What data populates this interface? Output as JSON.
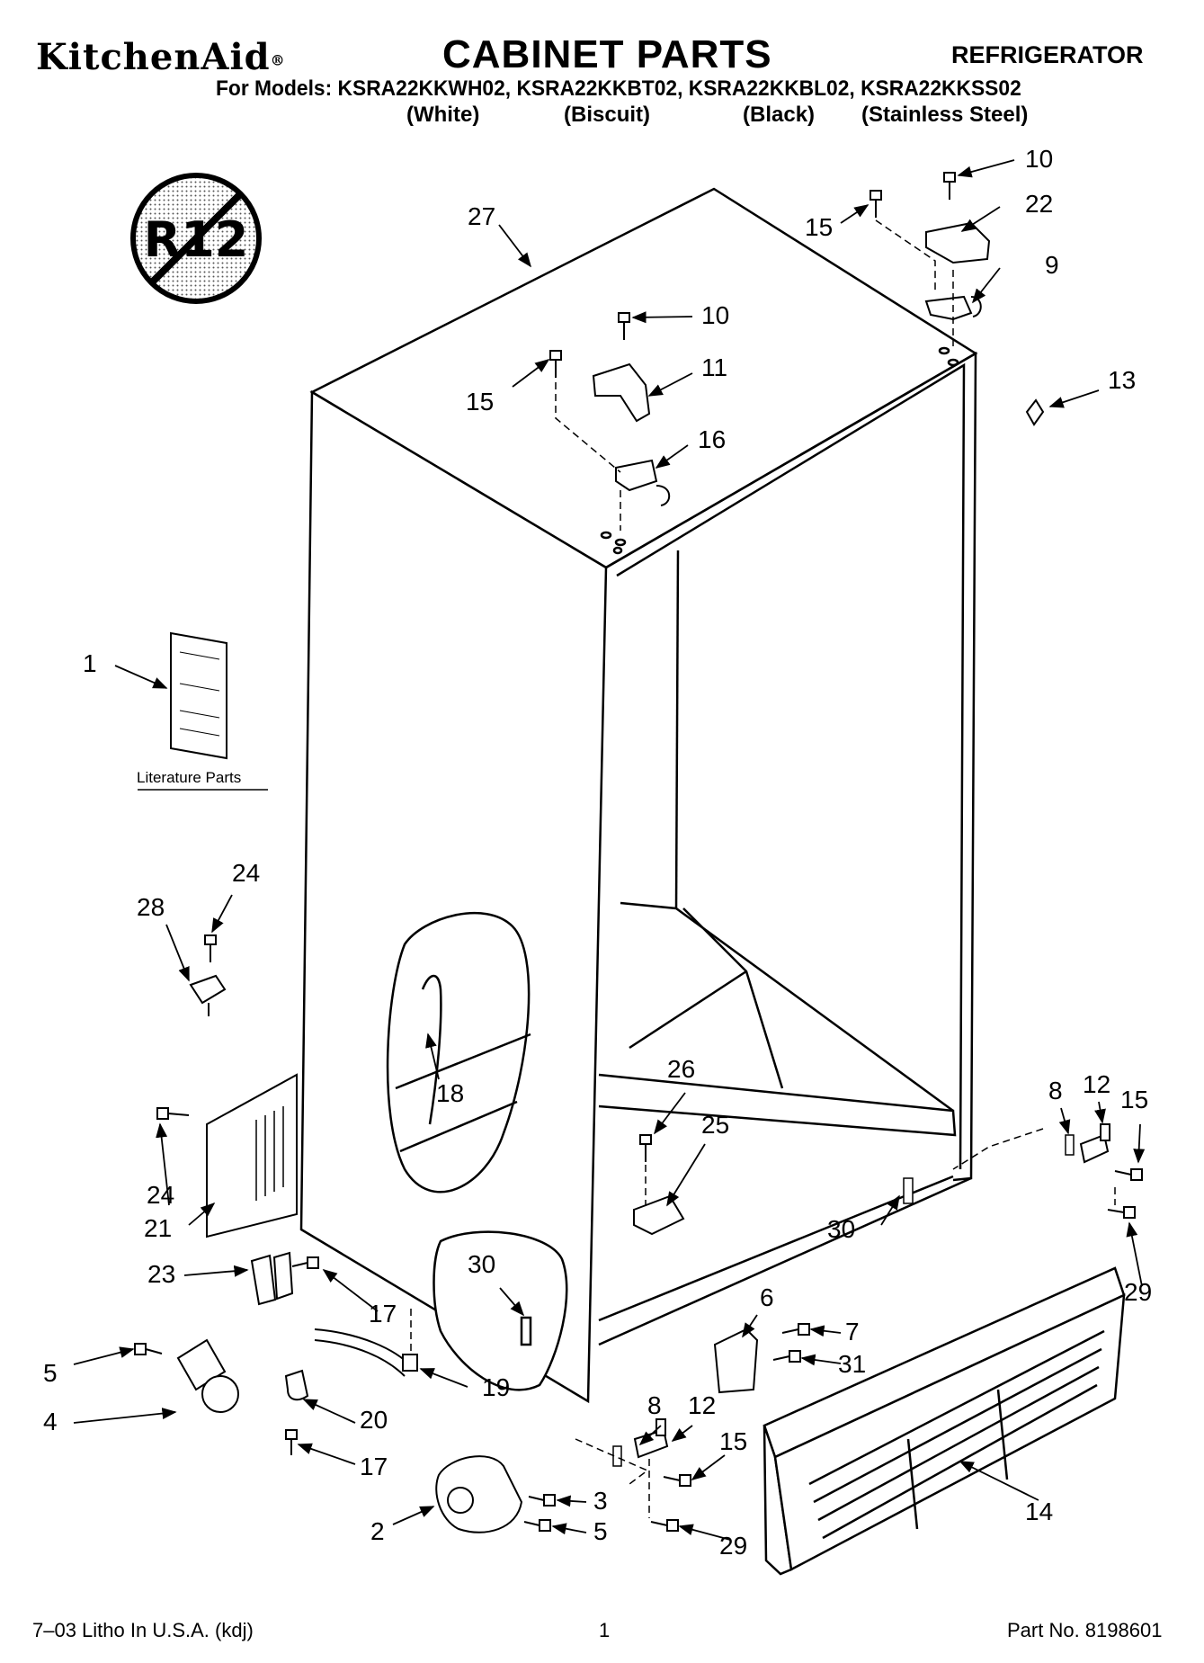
{
  "header": {
    "brand": "KitchenAid",
    "brand_mark": "®",
    "title": "CABINET PARTS",
    "category": "REFRIGERATOR",
    "models_line": "For Models: KSRA22KKWH02, KSRA22KKBT02, KSRA22KKBL02, KSRA22KKSS02",
    "variants": [
      "(White)",
      "(Biscuit)",
      "(Black)",
      "(Stainless Steel)"
    ]
  },
  "badge": {
    "text": "R12",
    "icon": "no-r12-icon"
  },
  "literature_label": "Literature Parts",
  "callouts": {
    "c27": "27",
    "c10a": "10",
    "c15a": "15",
    "c22": "22",
    "c9": "9",
    "c10b": "10",
    "c15b": "15",
    "c11": "11",
    "c13": "13",
    "c16": "16",
    "c1": "1",
    "c24a": "24",
    "c28": "28",
    "c18": "18",
    "c26": "26",
    "c25": "25",
    "c8a": "8",
    "c12a": "12",
    "c15c": "15",
    "c24b": "24",
    "c21": "21",
    "c30a": "30",
    "c23": "23",
    "c30b": "30",
    "c29a": "29",
    "c17a": "17",
    "c6": "6",
    "c7": "7",
    "c31": "31",
    "c5a": "5",
    "c19": "19",
    "c4": "4",
    "c20": "20",
    "c8b": "8",
    "c12b": "12",
    "c15d": "15",
    "c17b": "17",
    "c3": "3",
    "c14": "14",
    "c2": "2",
    "c5b": "5",
    "c29b": "29"
  },
  "footer": {
    "litho": "7–03 Litho In U.S.A. (kdj)",
    "page": "1",
    "part_no": "Part No. 8198601"
  }
}
